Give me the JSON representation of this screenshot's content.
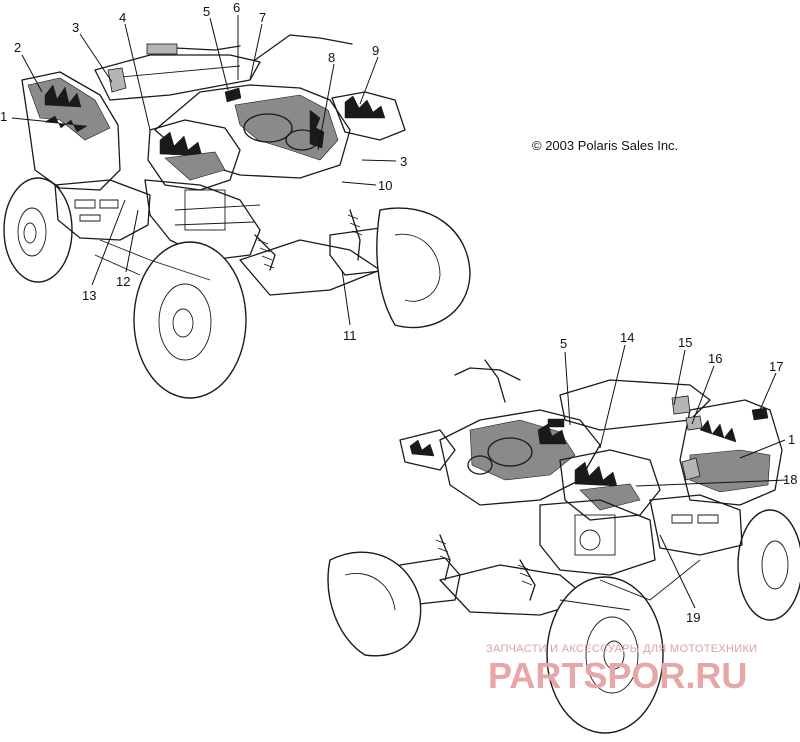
{
  "copyright": "© 2003 Polaris Sales Inc.",
  "watermark": {
    "tagline": "ЗАПЧАСТИ И АКСЕССУАРЫ ДЛЯ МОТОТЕХНИКИ",
    "brand": "PARTSPOR.RU"
  },
  "callouts_top": [
    "1",
    "2",
    "3",
    "4",
    "5",
    "6",
    "7",
    "8",
    "9",
    "3",
    "10",
    "11",
    "12",
    "13"
  ],
  "callouts_bottom": [
    "5",
    "14",
    "15",
    "16",
    "17",
    "1",
    "18",
    "19"
  ]
}
